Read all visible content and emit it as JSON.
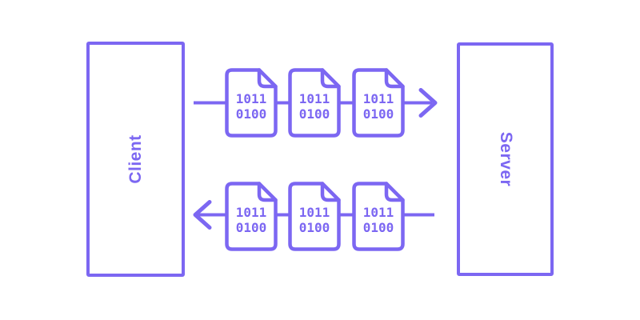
{
  "page": {
    "background_color": "#ffffff",
    "accent_color": "#7C67F2"
  },
  "diagram": {
    "client": {
      "label": "Client"
    },
    "server": {
      "label": "Server"
    },
    "flows": [
      {
        "name": "client-to-server",
        "direction": "right",
        "packets": [
          {
            "line1": "1011",
            "line2": "0100"
          },
          {
            "line1": "1011",
            "line2": "0100"
          },
          {
            "line1": "1011",
            "line2": "0100"
          }
        ]
      },
      {
        "name": "server-to-client",
        "direction": "left",
        "packets": [
          {
            "line1": "1011",
            "line2": "0100"
          },
          {
            "line1": "1011",
            "line2": "0100"
          },
          {
            "line1": "1011",
            "line2": "0100"
          }
        ]
      }
    ]
  }
}
